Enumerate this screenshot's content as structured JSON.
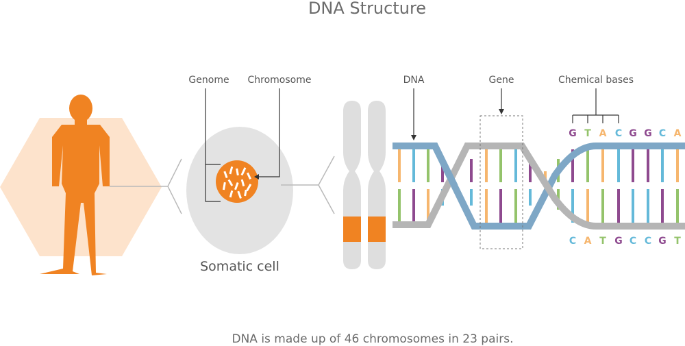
{
  "title": "DNA Structure",
  "labels": {
    "genome": "Genome",
    "chromosome": "Chromosome",
    "dna": "DNA",
    "gene": "Gene",
    "chemical_bases": "Chemical bases",
    "somatic_cell": "Somatic cell"
  },
  "caption": "DNA is made up of 46 chromosomes in 23 pairs.",
  "bases_top": [
    {
      "letter": "G",
      "color": "#8e4a8f"
    },
    {
      "letter": "T",
      "color": "#94c36b"
    },
    {
      "letter": "A",
      "color": "#f6b66e"
    },
    {
      "letter": "C",
      "color": "#64b9d9"
    },
    {
      "letter": "G",
      "color": "#8e4a8f"
    },
    {
      "letter": "G",
      "color": "#8e4a8f"
    },
    {
      "letter": "C",
      "color": "#64b9d9"
    },
    {
      "letter": "A",
      "color": "#f6b66e"
    }
  ],
  "bases_bottom": [
    {
      "letter": "C",
      "color": "#64b9d9"
    },
    {
      "letter": "A",
      "color": "#f6b66e"
    },
    {
      "letter": "T",
      "color": "#94c36b"
    },
    {
      "letter": "G",
      "color": "#8e4a8f"
    },
    {
      "letter": "C",
      "color": "#64b9d9"
    },
    {
      "letter": "C",
      "color": "#64b9d9"
    },
    {
      "letter": "G",
      "color": "#8e4a8f"
    },
    {
      "letter": "T",
      "color": "#94c36b"
    }
  ],
  "colors": {
    "accent": "#f08322",
    "hexagon": "#fde3cc",
    "cell": "#e3e3e3",
    "strand_blue": "#7ea7c6",
    "strand_gray": "#b5b5b5"
  }
}
